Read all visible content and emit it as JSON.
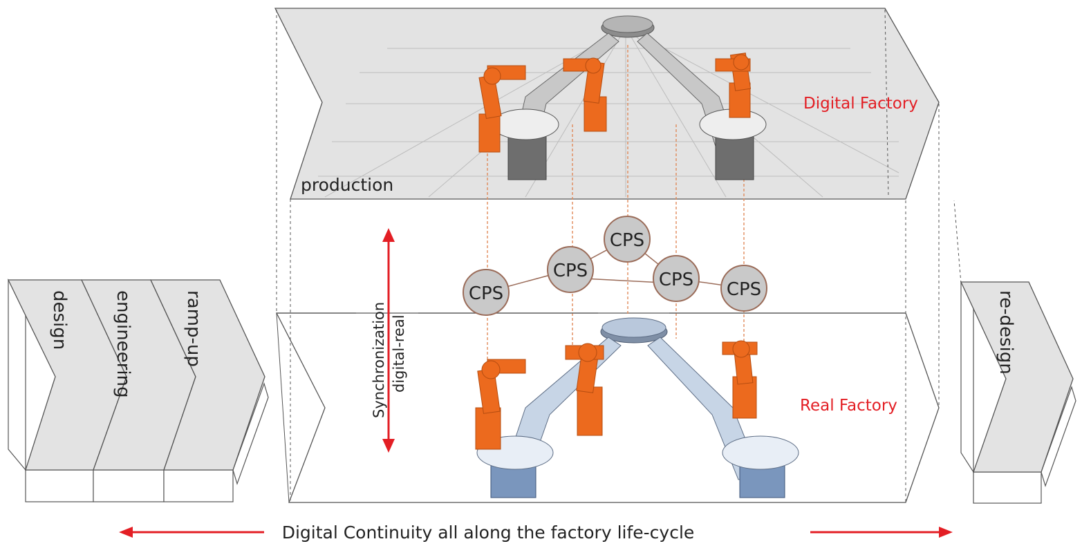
{
  "colors": {
    "panel_fill": "#e3e3e3",
    "panel_stroke": "#555555",
    "accent_red": "#e31e24",
    "robot_orange": "#ec6a1e",
    "machine_blue": "#9db4d1",
    "cps_fill": "#c9c9c9",
    "cps_stroke": "#9a6b58",
    "dotted_orange": "#e08a5a",
    "text_dark": "#222222"
  },
  "stages_left": [
    {
      "label": "design"
    },
    {
      "label": "engineering"
    },
    {
      "label": "ramp-up"
    }
  ],
  "stage_right": {
    "label": "re-design"
  },
  "digital_factory": {
    "label": "Digital Factory",
    "phase_label": "production"
  },
  "real_factory": {
    "label": "Real Factory"
  },
  "synchronization": {
    "line1": "Synchronization",
    "line2": "digital-real"
  },
  "cps_nodes": [
    {
      "label": "CPS"
    },
    {
      "label": "CPS"
    },
    {
      "label": "CPS"
    },
    {
      "label": "CPS"
    },
    {
      "label": "CPS"
    }
  ],
  "footer": {
    "label": "Digital Continuity all along the factory life-cycle"
  },
  "icons": [
    "robot-arm-icon",
    "conveyor-icon",
    "turntable-icon",
    "double-arrow-icon"
  ]
}
